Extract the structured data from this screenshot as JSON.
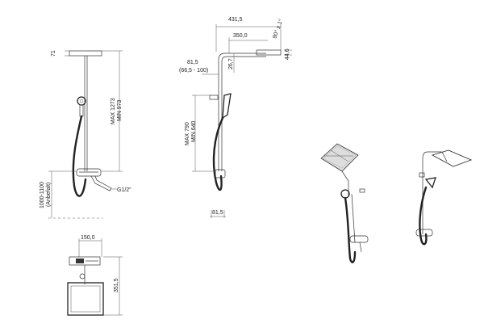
{
  "front_view": {
    "dim_head_thickness": "71",
    "dim_max_height": "MAX 1273",
    "dim_min_height": "MIN 973",
    "dim_mount_height": "1000-1100",
    "dim_mount_note": "(Anbefalt)",
    "label_thread": "G1/2\""
  },
  "side_view": {
    "dim_arm_total": "431,5",
    "dim_arm_inner": "350,0",
    "dim_angle": "90° ± 1°",
    "dim_head_depth": "44,6",
    "dim_offset": "81,5",
    "dim_offset_range": "(66,5 - 100)",
    "dim_arm_height": "26,7",
    "dim_slide_max": "MAX 790",
    "dim_slide_min": "MIN 640",
    "dim_bottom_offset": "81,5"
  },
  "top_view": {
    "dim_width": "150,0",
    "dim_depth": "351,5"
  }
}
